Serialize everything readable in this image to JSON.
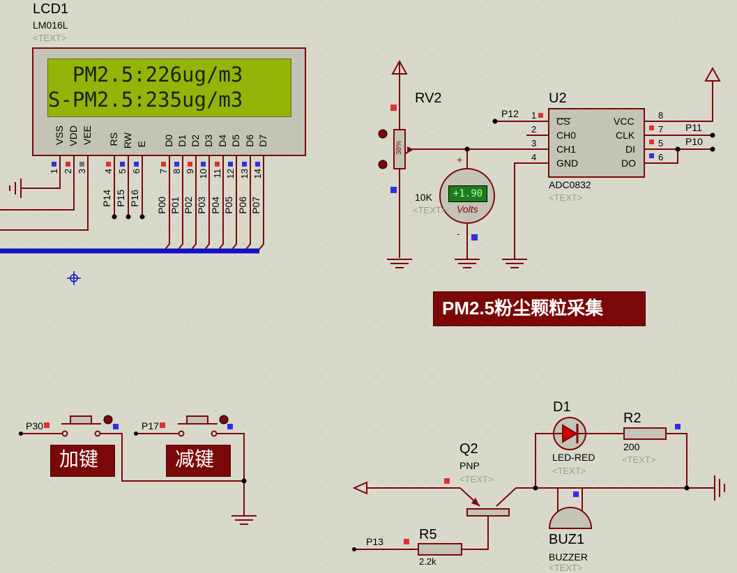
{
  "lcd": {
    "ref": "LCD1",
    "part": "LM016L",
    "text_placeholder": "<TEXT>",
    "line1": "  PM2.5:226ug/m3",
    "line2": "S-PM2.5:235ug/m3",
    "pin_names": [
      "VSS",
      "VDD",
      "VEE",
      "RS",
      "RW",
      "E",
      "D0",
      "D1",
      "D2",
      "D3",
      "D4",
      "D5",
      "D6",
      "D7"
    ],
    "pin_numbers": [
      "1",
      "2",
      "3",
      "4",
      "5",
      "6",
      "7",
      "8",
      "9",
      "10",
      "11",
      "12",
      "13",
      "14"
    ],
    "control_nets": [
      "P14",
      "P15",
      "P16"
    ],
    "data_nets": [
      "P00",
      "P01",
      "P02",
      "P03",
      "P04",
      "P05",
      "P06",
      "P07"
    ]
  },
  "pot": {
    "ref": "RV2",
    "value": "10K",
    "text_placeholder": "<TEXT>",
    "position": "38%"
  },
  "voltmeter": {
    "reading": "+1.90",
    "unit": "Volts",
    "plus": "+",
    "minus": "-"
  },
  "adc": {
    "ref": "U2",
    "part": "ADC0832",
    "text_placeholder": "<TEXT>",
    "left_pins": [
      {
        "num": "1",
        "name": "CS"
      },
      {
        "num": "2",
        "name": "CH0"
      },
      {
        "num": "3",
        "name": "CH1"
      },
      {
        "num": "4",
        "name": "GND"
      }
    ],
    "right_pins": [
      {
        "num": "8",
        "name": "VCC"
      },
      {
        "num": "7",
        "name": "CLK"
      },
      {
        "num": "5",
        "name": "DI"
      },
      {
        "num": "6",
        "name": "DO"
      }
    ],
    "nets": {
      "cs": "P12",
      "clk": "P11",
      "di_do": "P10"
    }
  },
  "banner": {
    "title": "PM2.5粉尘颗粒采集"
  },
  "buttons": {
    "add": {
      "label": "加键",
      "net": "P30"
    },
    "sub": {
      "label": "减键",
      "net": "P17"
    }
  },
  "transistor": {
    "ref": "Q2",
    "type": "PNP",
    "text_placeholder": "<TEXT>"
  },
  "resistor_r5": {
    "ref": "R5",
    "value": "2.2k",
    "net": "P13"
  },
  "led": {
    "ref": "D1",
    "part": "LED-RED",
    "text_placeholder": "<TEXT>"
  },
  "resistor_r2": {
    "ref": "R2",
    "value": "200",
    "text_placeholder": "<TEXT>"
  },
  "buzzer": {
    "ref": "BUZ1",
    "part": "BUZZER",
    "text_placeholder": "<TEXT>"
  },
  "colors": {
    "background": "#d9d9cb",
    "wire": "#7b0808",
    "bus": "#1010c8",
    "lcd_screen": "#95b40a",
    "banner": "#7b0808",
    "pin_red": "#e03030",
    "pin_blue": "#3030e0"
  }
}
